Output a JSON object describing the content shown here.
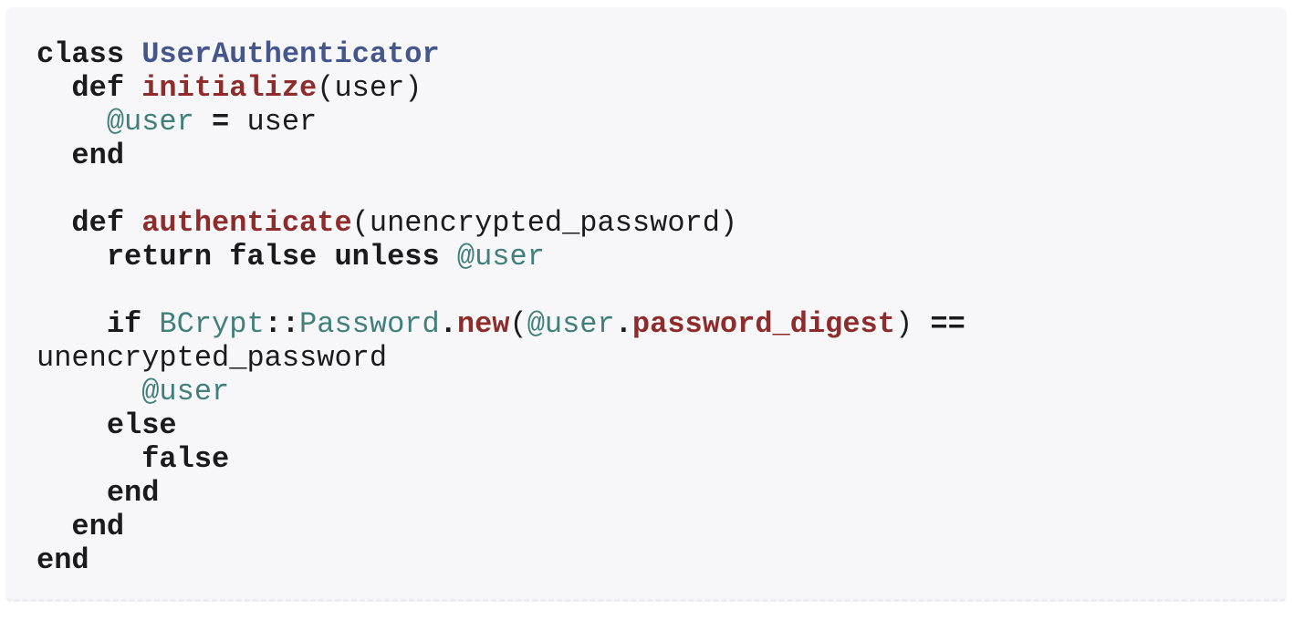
{
  "page": {
    "background": "#ffffff"
  },
  "code_block": {
    "language": "ruby",
    "background": "#f7f7f9",
    "border_bottom_color": "#ececf0",
    "source": "class UserAuthenticator\n  def initialize(user)\n    @user = user\n  end\n\n  def authenticate(unencrypted_password)\n    return false unless @user\n\n    if BCrypt::Password.new(@user.password_digest) == unencrypted_password\n      @user\n    else\n      false\n    end\n  end\nend",
    "colors": {
      "keyword": "#1b1b1d",
      "constant": "#44568c",
      "function": "#8e2b2b",
      "variable": "#41807a",
      "plain": "#1b1b1d"
    },
    "lines": [
      {
        "tokens": [
          {
            "t": "class",
            "s": "kw"
          },
          {
            "t": " ",
            "s": "pl"
          },
          {
            "t": "UserAuthenticator",
            "s": "const"
          }
        ]
      },
      {
        "tokens": [
          {
            "t": "  ",
            "s": "pl"
          },
          {
            "t": "def",
            "s": "kw"
          },
          {
            "t": " ",
            "s": "pl"
          },
          {
            "t": "initialize",
            "s": "fn"
          },
          {
            "t": "(user)",
            "s": "pl"
          }
        ]
      },
      {
        "tokens": [
          {
            "t": "    ",
            "s": "pl"
          },
          {
            "t": "@user",
            "s": "var"
          },
          {
            "t": " ",
            "s": "pl"
          },
          {
            "t": "=",
            "s": "op"
          },
          {
            "t": " user",
            "s": "pl"
          }
        ]
      },
      {
        "tokens": [
          {
            "t": "  ",
            "s": "pl"
          },
          {
            "t": "end",
            "s": "kw"
          }
        ]
      },
      {
        "tokens": []
      },
      {
        "tokens": [
          {
            "t": "  ",
            "s": "pl"
          },
          {
            "t": "def",
            "s": "kw"
          },
          {
            "t": " ",
            "s": "pl"
          },
          {
            "t": "authenticate",
            "s": "fn"
          },
          {
            "t": "(unencrypted_password)",
            "s": "pl"
          }
        ]
      },
      {
        "tokens": [
          {
            "t": "    ",
            "s": "pl"
          },
          {
            "t": "return",
            "s": "kw"
          },
          {
            "t": " ",
            "s": "pl"
          },
          {
            "t": "false",
            "s": "kw"
          },
          {
            "t": " ",
            "s": "pl"
          },
          {
            "t": "unless",
            "s": "kw"
          },
          {
            "t": " ",
            "s": "pl"
          },
          {
            "t": "@user",
            "s": "var"
          }
        ]
      },
      {
        "tokens": []
      },
      {
        "tokens": [
          {
            "t": "    ",
            "s": "pl"
          },
          {
            "t": "if",
            "s": "kw"
          },
          {
            "t": " ",
            "s": "pl"
          },
          {
            "t": "BCrypt",
            "s": "var"
          },
          {
            "t": "::",
            "s": "op"
          },
          {
            "t": "Password",
            "s": "var"
          },
          {
            "t": ".",
            "s": "op"
          },
          {
            "t": "new",
            "s": "fn"
          },
          {
            "t": "(",
            "s": "pl"
          },
          {
            "t": "@user",
            "s": "var"
          },
          {
            "t": ".",
            "s": "op"
          },
          {
            "t": "password_digest",
            "s": "fn"
          },
          {
            "t": ")",
            "s": "pl"
          },
          {
            "t": " ",
            "s": "pl"
          },
          {
            "t": "==",
            "s": "op"
          }
        ]
      },
      {
        "tokens": [
          {
            "t": "unencrypted_password",
            "s": "pl"
          }
        ]
      },
      {
        "tokens": [
          {
            "t": "      ",
            "s": "pl"
          },
          {
            "t": "@user",
            "s": "var"
          }
        ]
      },
      {
        "tokens": [
          {
            "t": "    ",
            "s": "pl"
          },
          {
            "t": "else",
            "s": "kw"
          }
        ]
      },
      {
        "tokens": [
          {
            "t": "      ",
            "s": "pl"
          },
          {
            "t": "false",
            "s": "kw"
          }
        ]
      },
      {
        "tokens": [
          {
            "t": "    ",
            "s": "pl"
          },
          {
            "t": "end",
            "s": "kw"
          }
        ]
      },
      {
        "tokens": [
          {
            "t": "  ",
            "s": "pl"
          },
          {
            "t": "end",
            "s": "kw"
          }
        ]
      },
      {
        "tokens": [
          {
            "t": "end",
            "s": "kw"
          }
        ]
      }
    ]
  }
}
